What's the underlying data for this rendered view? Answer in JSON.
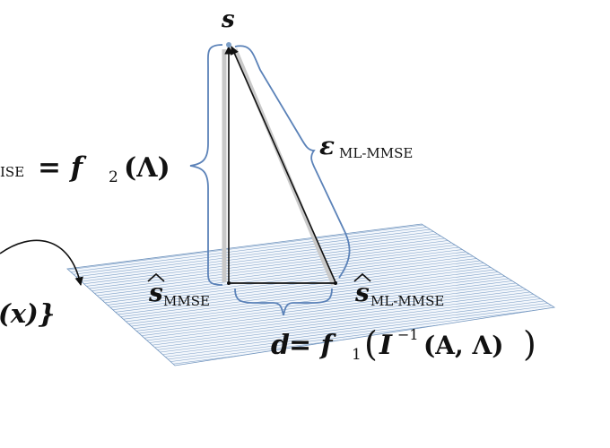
{
  "labels": {
    "s_top": "s",
    "eps_sub": "ML-MMSE",
    "s_hat_mmse_sub": "MMSE",
    "s_hat_mlmmse_sub": "ML-MMSE",
    "left_frag_sub": "ISE",
    "left_frag_eq": "= f",
    "f2_sub": "2",
    "lambda_paren": "(Λ)",
    "left_set_frag": "(x)}",
    "d_eq_d": "d",
    "d_eq_eq": " = f",
    "d_f1_sub": "1",
    "d_paren_open": "(",
    "d_I": "I",
    "d_I_sup": "−1",
    "d_args": "(A, Λ)",
    "d_paren_close": ")"
  },
  "colors": {
    "plane_stroke": "#6f93bd",
    "brace": "#5b82b8",
    "arrow": "#111111",
    "shadow": "#c9c9c9"
  }
}
